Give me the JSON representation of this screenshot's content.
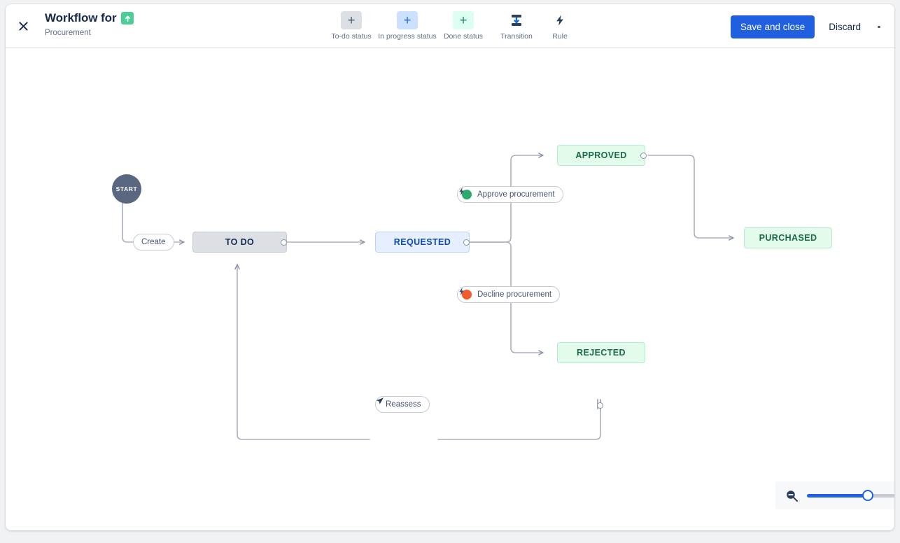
{
  "header": {
    "close_icon": "close-icon",
    "title": "Workflow for",
    "logo_icon": "arrow-up-green-icon",
    "subtitle": "Procurement",
    "save_label": "Save and close",
    "discard_label": "Discard",
    "more_label": "more-options",
    "accent_color": "#1f5fe0"
  },
  "toolbar": {
    "items": [
      {
        "label": "To-do status",
        "icon": "plus-icon",
        "style": "todo",
        "bg": "#dcdfe4"
      },
      {
        "label": "In progress status",
        "icon": "plus-icon",
        "style": "prog",
        "bg": "#cce0ff"
      },
      {
        "label": "Done status",
        "icon": "plus-icon",
        "style": "done",
        "bg": "#dcfff1"
      },
      {
        "label": "Transition",
        "icon": "transition-icon",
        "style": "plain",
        "bg": "transparent"
      },
      {
        "label": "Rule",
        "icon": "rule-bolt-icon",
        "style": "plain",
        "bg": "transparent"
      }
    ]
  },
  "workflow": {
    "start": {
      "label": "START",
      "color": "#596780"
    },
    "nodes": [
      {
        "id": "todo",
        "label": "TO DO",
        "category": "todo",
        "color": "#dcdfe4"
      },
      {
        "id": "requested",
        "label": "REQUESTED",
        "category": "prog",
        "color": "#e5efff"
      },
      {
        "id": "approved",
        "label": "APPROVED",
        "category": "done",
        "color": "#e2fbeb"
      },
      {
        "id": "rejected",
        "label": "REJECTED",
        "category": "done",
        "color": "#e2fbeb"
      },
      {
        "id": "purchased",
        "label": "PURCHASED",
        "category": "done",
        "color": "#e2fbeb"
      }
    ],
    "transitions": [
      {
        "id": "create",
        "label": "Create",
        "from": "start",
        "to": "todo",
        "badge": "none",
        "has_rule": false
      },
      {
        "id": "approve",
        "label": "Approve procurement",
        "from": "requested",
        "to": "approved",
        "badge": "check",
        "has_rule": true
      },
      {
        "id": "decline",
        "label": "Decline procurement",
        "from": "requested",
        "to": "rejected",
        "badge": "cross",
        "has_rule": true
      },
      {
        "id": "reassess",
        "label": "Reassess",
        "from": "rejected",
        "to": "todo",
        "badge": "none",
        "has_rule": false,
        "icon": "paper-plane-icon"
      }
    ]
  },
  "zoom_control": {
    "zoom_out_icon": "magnifier-minus-icon",
    "value_percent": 62
  }
}
